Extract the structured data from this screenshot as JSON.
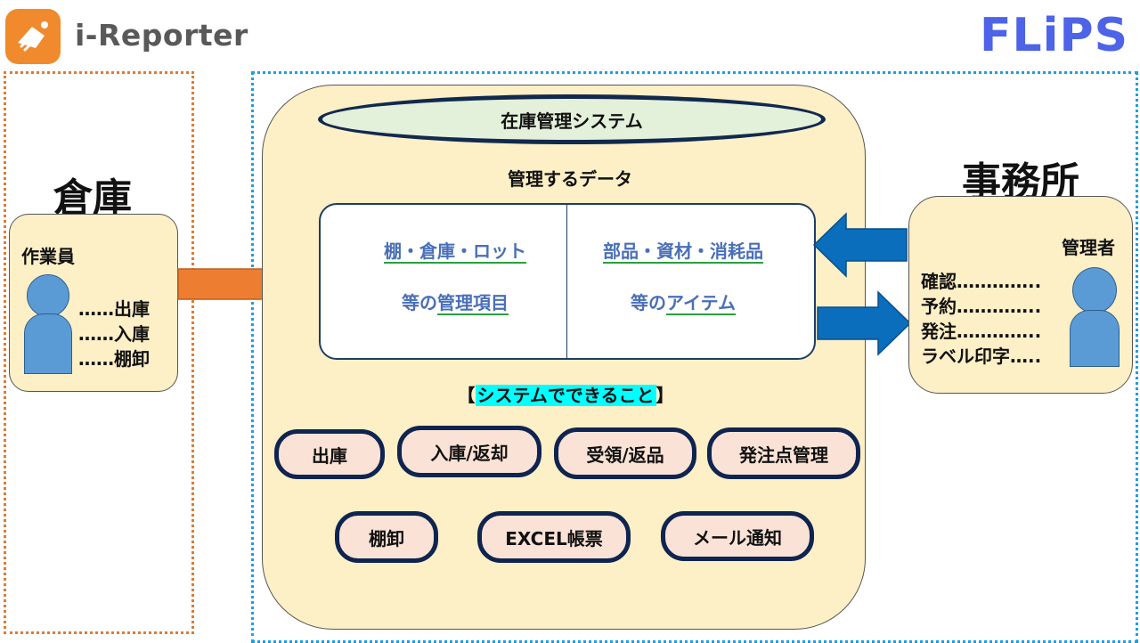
{
  "header": {
    "brand_left": "i-Reporter",
    "brand_right": "FLiPS"
  },
  "warehouse": {
    "title": "倉庫",
    "worker_label": "作業員",
    "tasks": [
      "……出庫",
      "……入庫",
      "……棚卸"
    ]
  },
  "system": {
    "title": "在庫管理システム",
    "managed_data_label": "管理するデータ",
    "left_column": {
      "line1": "棚・倉庫・ロット",
      "line2_prefix": "等の",
      "line2_main": "管理項目"
    },
    "right_column": {
      "line1": "部品・資材・消耗品",
      "line2_prefix": "等の",
      "line2_main": "アイテム"
    },
    "cando_label_open": "【",
    "cando_label_text": "システムでできること",
    "cando_label_close": "】",
    "functions": [
      "出庫",
      "入庫/返却",
      "受領/返品",
      "発注点管理",
      "棚卸",
      "EXCEL帳票",
      "メール通知"
    ]
  },
  "office": {
    "title": "事務所",
    "manager_label": "管理者",
    "tasks": [
      "確認…………..",
      "予約…………..",
      "発注…………..",
      "ラベル印字….."
    ]
  },
  "colors": {
    "orange_arrow": "#ed7d31",
    "blue_arrow": "#0a6ebd",
    "person": "#5b9bd5",
    "panel": "#fdefc6",
    "highlight": "#00ffff"
  }
}
